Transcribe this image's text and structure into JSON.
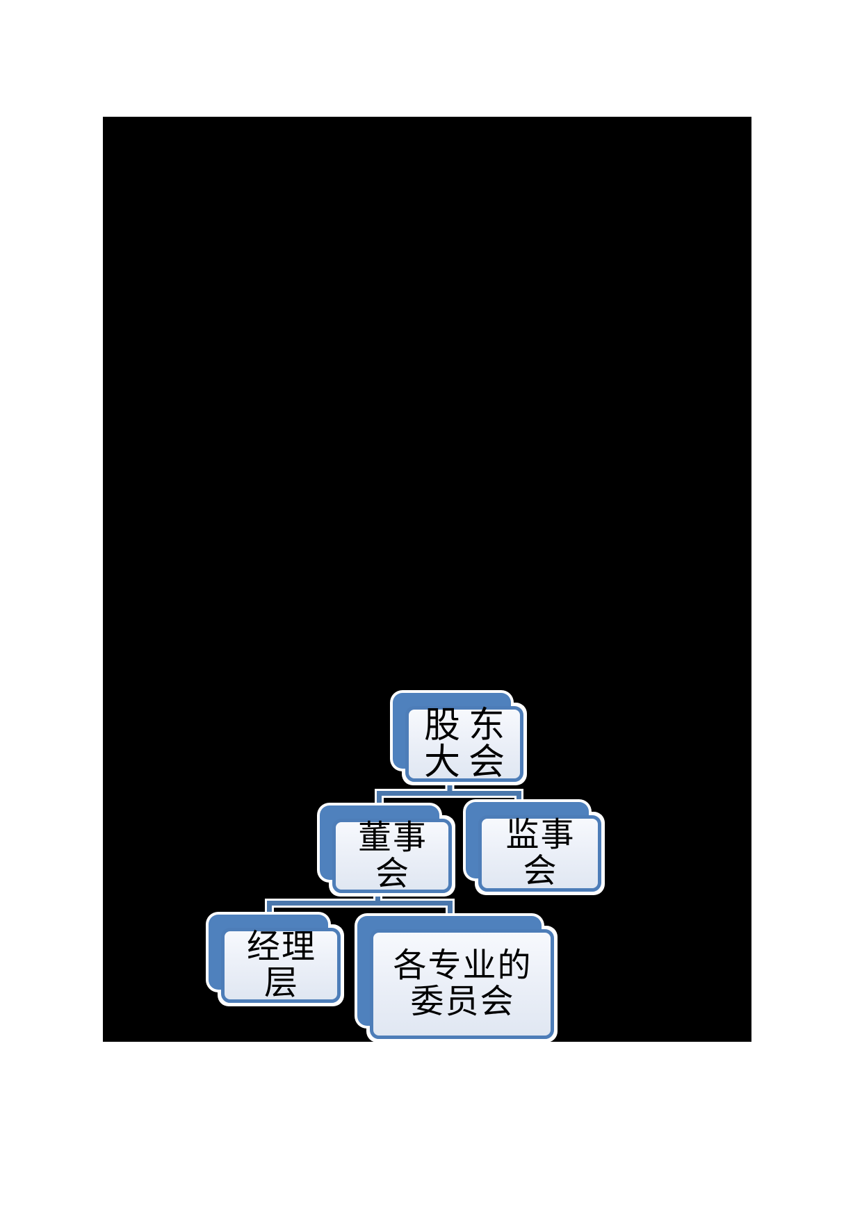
{
  "page": {
    "background_color": "#ffffff",
    "image_background_color": "#000000"
  },
  "diagram": {
    "type": "org-chart",
    "accent_color": "#4f81bd",
    "border_color": "#4d7db8",
    "connector_color": "#4a77ac",
    "face_fill_top": "#f7f9fd",
    "face_fill_bottom": "#e0e7f2",
    "outline_color": "#ffffff",
    "text_color": "#000000",
    "nodes": [
      {
        "id": "shareholders-meeting",
        "label": "股东大会",
        "lines": [
          "股东",
          "大会"
        ],
        "level": 1
      },
      {
        "id": "board-of-directors",
        "label": "董事会",
        "lines": [
          "董事",
          "会"
        ],
        "level": 2
      },
      {
        "id": "supervisory-board",
        "label": "监事会",
        "lines": [
          "监事",
          "会"
        ],
        "level": 2
      },
      {
        "id": "management-level",
        "label": "经理层",
        "lines": [
          "经理",
          "层"
        ],
        "level": 3
      },
      {
        "id": "special-committees",
        "label": "各专业的委员会",
        "lines": [
          "各专业的",
          "委员会"
        ],
        "level": 3
      }
    ],
    "edges": [
      {
        "from": "shareholders-meeting",
        "to": "board-of-directors"
      },
      {
        "from": "shareholders-meeting",
        "to": "supervisory-board"
      },
      {
        "from": "board-of-directors",
        "to": "management-level"
      },
      {
        "from": "board-of-directors",
        "to": "special-committees"
      }
    ]
  }
}
